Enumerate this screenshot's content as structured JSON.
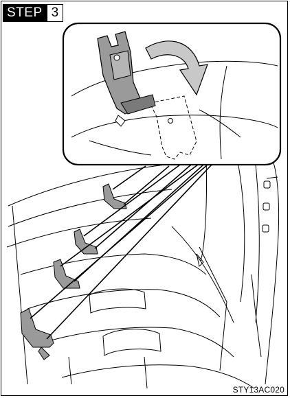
{
  "step": {
    "label": "STEP",
    "number": "3"
  },
  "figure_code": "STY13AC020",
  "icons": {
    "rotate_arrow": "rotate-down-arrow",
    "latch": "child-restraint-latch"
  },
  "colors": {
    "line": "#000000",
    "arrow_fill": "#c8c8c8",
    "latch_fill": "#9a9a9a",
    "background": "#ffffff"
  }
}
